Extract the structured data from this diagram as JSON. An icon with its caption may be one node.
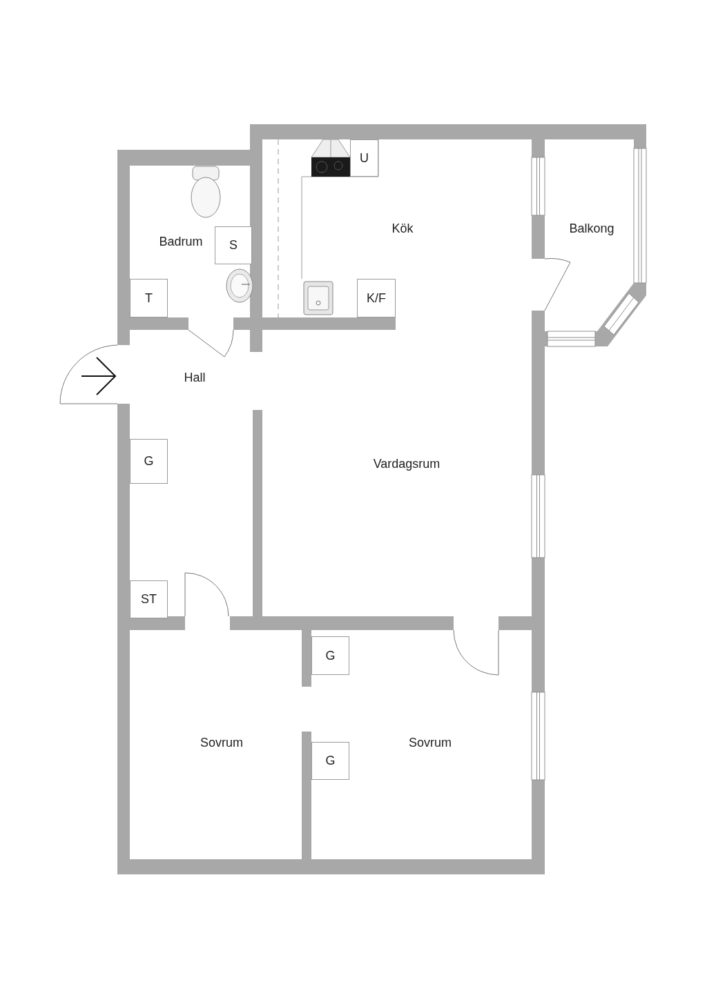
{
  "diagram": {
    "nodes": [
      {
        "text": [
          "U"
        ]
      },
      {
        "text": [
          "S"
        ]
      },
      {
        "text": [
          "T"
        ]
      },
      {
        "text": [
          "K/F"
        ]
      },
      {
        "text": [
          "G"
        ]
      },
      {
        "text": [
          "ST"
        ]
      },
      {
        "text": [
          "G"
        ]
      },
      {
        "text": [
          "G"
        ]
      }
    ],
    "labels": [
      "Kök",
      "Badrum",
      "Balkong",
      "Hall",
      "Vardagsrum",
      "Sovrum",
      "Sovrum"
    ]
  }
}
